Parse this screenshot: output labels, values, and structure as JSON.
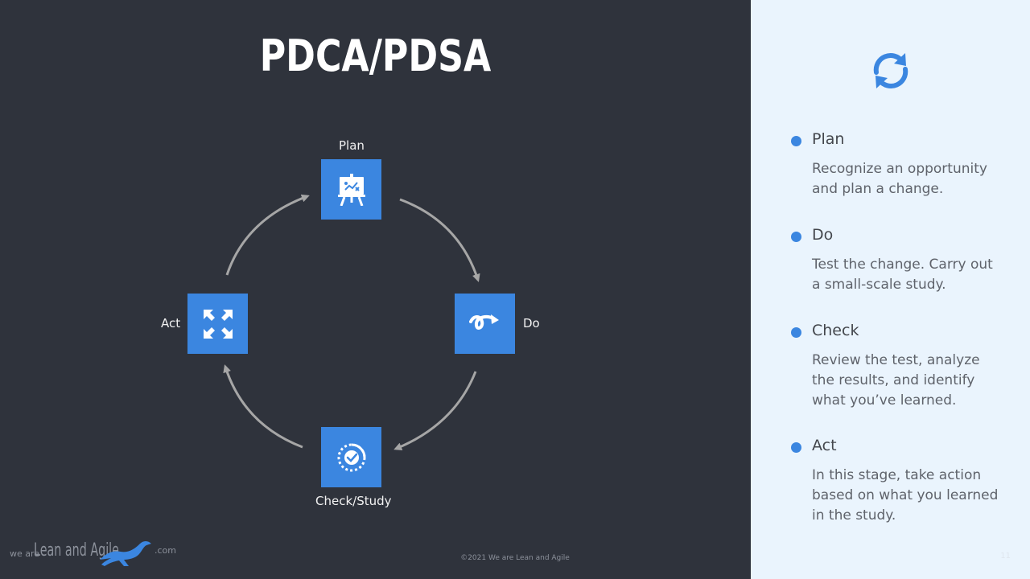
{
  "slide": {
    "title": "PDCA/PDSA",
    "footer": "©2021 We are Lean and Agile",
    "page_number": "11"
  },
  "logo": {
    "we_are": "we are",
    "name": "Lean and Agile",
    "domain": ".com"
  },
  "cycle": {
    "nodes": [
      {
        "label": "Plan",
        "icon": "easel-plan-icon"
      },
      {
        "label": "Do",
        "icon": "loop-arrow-icon"
      },
      {
        "label": "Check/Study",
        "icon": "check-circle-icon"
      },
      {
        "label": "Act",
        "icon": "expand-arrows-icon"
      }
    ]
  },
  "sidebar": {
    "icon": "refresh-cycle-icon",
    "steps": [
      {
        "title": "Plan",
        "desc": "Recognize an opportunity and plan a change."
      },
      {
        "title": "Do",
        "desc": "Test the change. Carry out a small-scale study."
      },
      {
        "title": "Check",
        "desc": "Review the test, analyze the results, and identify what you’ve learned."
      },
      {
        "title": "Act",
        "desc": "In this stage, take action based on what you learned in the study."
      }
    ]
  },
  "colors": {
    "background_dark": "#2f333c",
    "panel_light": "#eaf4fd",
    "accent_blue": "#3b86e0",
    "arrow_gray": "#a6a6a6"
  }
}
